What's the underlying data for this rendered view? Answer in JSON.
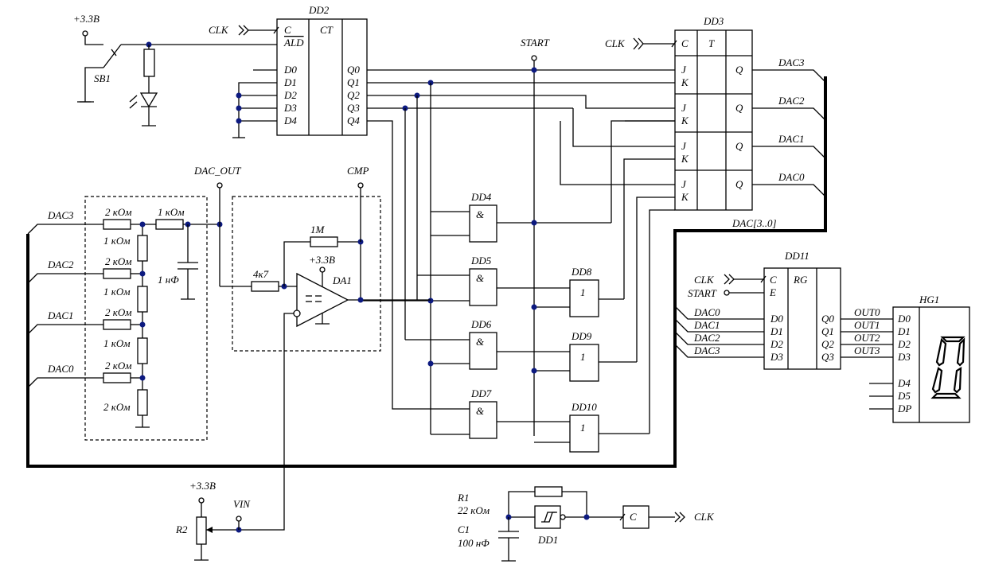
{
  "power": {
    "vcc_sb1": "+3.3В",
    "vcc_da1": "+3.3В",
    "vcc_r2": "+3.3В"
  },
  "signals": {
    "clk": "CLK",
    "start": "START",
    "dac_out": "DAC_OUT",
    "cmp": "CMP",
    "vin": "VIN",
    "dac_bus": "DAC[3..0]"
  },
  "dd2": {
    "name": "DD2",
    "func": "CT",
    "c": "C",
    "ald": "ALD",
    "inputs": [
      "D0",
      "D1",
      "D2",
      "D3",
      "D4"
    ],
    "outputs": [
      "Q0",
      "Q1",
      "Q2",
      "Q3",
      "Q4"
    ]
  },
  "dd3": {
    "name": "DD3",
    "c": "C",
    "func": "T",
    "j": "J",
    "k": "K",
    "q": "Q",
    "outputs": [
      "DAC3",
      "DAC2",
      "DAC1",
      "DAC0"
    ]
  },
  "dd11": {
    "name": "DD11",
    "c": "C",
    "func": "RG",
    "e": "E",
    "inputs": [
      "D0",
      "D1",
      "D2",
      "D3"
    ],
    "outputs": [
      "Q0",
      "Q1",
      "Q2",
      "Q3"
    ],
    "in_nets": [
      "DAC0",
      "DAC1",
      "DAC2",
      "DAC3"
    ],
    "out_nets": [
      "OUT0",
      "OUT1",
      "OUT2",
      "OUT3"
    ]
  },
  "hg1": {
    "name": "HG1",
    "pins": [
      "D0",
      "D1",
      "D2",
      "D3",
      "D4",
      "D5",
      "DP"
    ],
    "digit": "0"
  },
  "gates": {
    "and": [
      "DD4",
      "DD5",
      "DD6",
      "DD7"
    ],
    "and_symbol": "&",
    "not": [
      "DD8",
      "DD9",
      "DD10"
    ],
    "not_symbol": "1"
  },
  "ladder": {
    "inputs": [
      "DAC3",
      "DAC2",
      "DAC1",
      "DAC0"
    ],
    "series": [
      "2 кОм",
      "2 кОм",
      "2 кОм",
      "2 кОм"
    ],
    "shunt": [
      "1 кОм",
      "1 кОм",
      "1 кОм",
      "2 кОм"
    ],
    "filter_r": "1 кОм",
    "filter_c": "1 нФ"
  },
  "comparator": {
    "name": "DA1",
    "r_fb": "1M",
    "r_in": "4к7",
    "symbol": "=="
  },
  "sb1": "SB1",
  "r2": "R2",
  "oscillator": {
    "r1": "R1",
    "r1_val": "22 кОм",
    "c1": "C1",
    "c1_val": "100 нФ",
    "dd1": "DD1",
    "ff": "C",
    "clk": "CLK"
  }
}
